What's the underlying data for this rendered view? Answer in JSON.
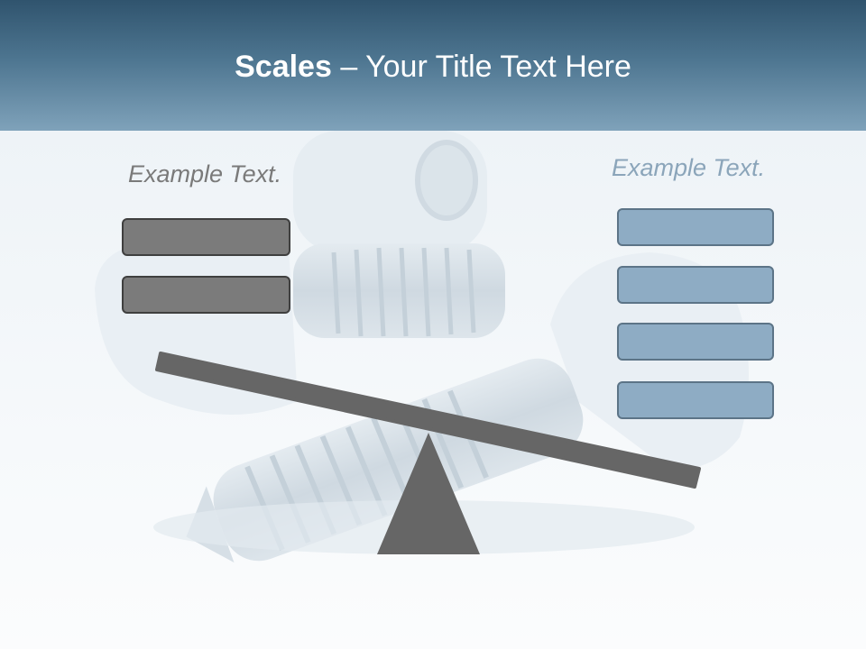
{
  "slide": {
    "title_bold": "Scales",
    "title_rest": " – Your Title Text Here"
  },
  "left": {
    "label": "Example Text.",
    "boxes": 2,
    "box_color": "#7b7b7b"
  },
  "right": {
    "label": "Example Text.",
    "boxes": 4,
    "box_color": "#8eacc4"
  },
  "colors": {
    "header_dark": "#30546e",
    "header_light": "#7fa2ba",
    "scale": "#666666"
  },
  "icons": [
    "dental-implant-icon",
    "seesaw-scale-icon"
  ]
}
